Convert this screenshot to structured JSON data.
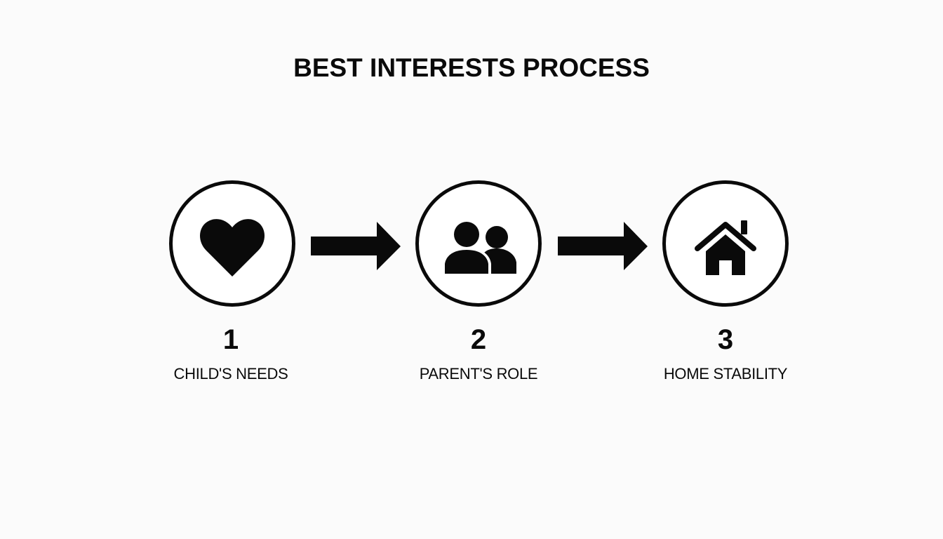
{
  "title": "BEST INTERESTS PROCESS",
  "steps": [
    {
      "number": "1",
      "label": "CHILD'S NEEDS",
      "icon": "heart-icon"
    },
    {
      "number": "2",
      "label": "PARENT'S ROLE",
      "icon": "people-icon"
    },
    {
      "number": "3",
      "label": "HOME STABILITY",
      "icon": "house-icon"
    }
  ],
  "connectors": [
    {
      "from": "1",
      "to": "2",
      "icon": "arrow-right-icon"
    },
    {
      "from": "2",
      "to": "3",
      "icon": "arrow-right-icon"
    }
  ],
  "colors": {
    "foreground": "#0a0a0a",
    "background": "#fbfbfb"
  }
}
